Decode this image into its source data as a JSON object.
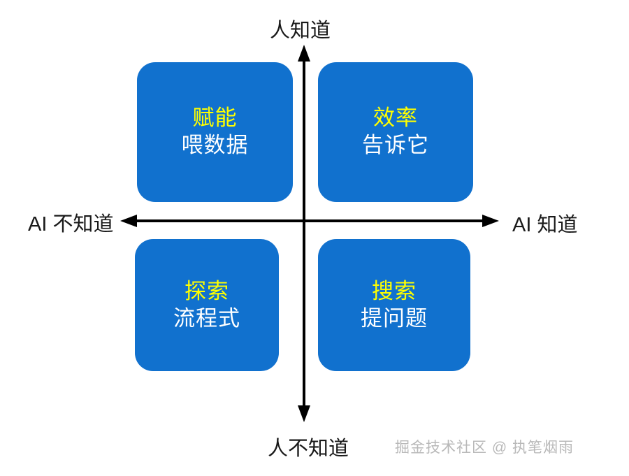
{
  "diagram": {
    "type": "2x2-quadrant-matrix",
    "colors": {
      "box_fill": "#1171CE",
      "title_text": "#FFFF00",
      "subtitle_text": "#FFFFFF",
      "axis_line": "#000000",
      "axis_label": "#1A1A1A",
      "watermark": "#B9B9B9",
      "background": "#FFFFFF"
    },
    "axes": {
      "vertical": {
        "top_label": "人知道",
        "bottom_label": "人不知道"
      },
      "horizontal": {
        "left_label": "AI 不知道",
        "right_label": "AI 知道"
      }
    },
    "quadrants": [
      {
        "position": "top-left",
        "title": "赋能",
        "subtitle": "喂数据"
      },
      {
        "position": "top-right",
        "title": "效率",
        "subtitle": "告诉它"
      },
      {
        "position": "bottom-left",
        "title": "探索",
        "subtitle": "流程式"
      },
      {
        "position": "bottom-right",
        "title": "搜索",
        "subtitle": "提问题"
      }
    ],
    "watermark": "掘金技术社区 @ 执笔烟雨"
  }
}
